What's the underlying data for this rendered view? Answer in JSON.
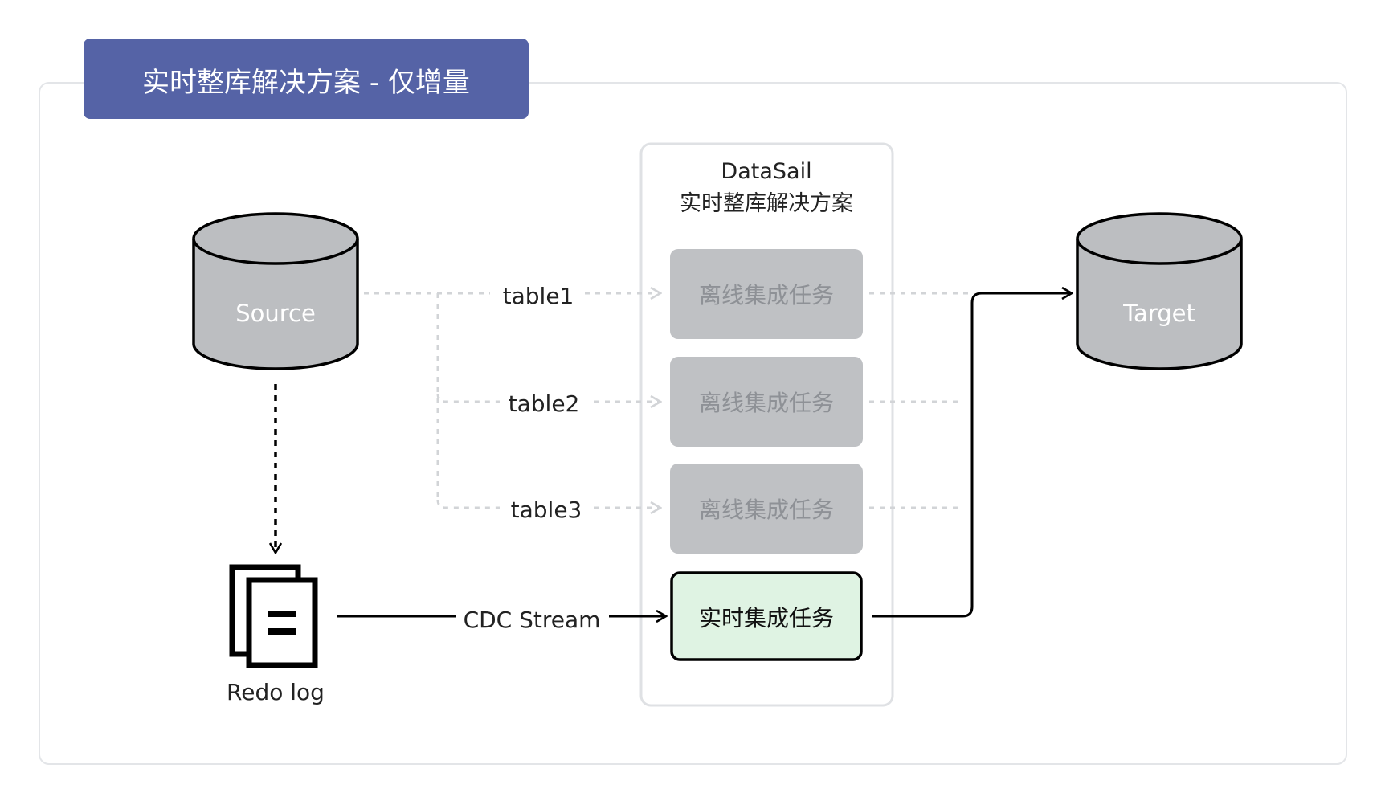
{
  "title": "实时整库解决方案 - 仅增量",
  "datasail": {
    "name": "DataSail",
    "subtitle": "实时整库解决方案"
  },
  "source": {
    "label": "Source"
  },
  "target": {
    "label": "Target"
  },
  "redo_log": {
    "label": "Redo log"
  },
  "tables": [
    {
      "label": "table1",
      "task": "离线集成任务"
    },
    {
      "label": "table2",
      "task": "离线集成任务"
    },
    {
      "label": "table3",
      "task": "离线集成任务"
    }
  ],
  "cdc": {
    "label": "CDC Stream",
    "task": "实时集成任务"
  },
  "colors": {
    "title_bg": "#5563a6",
    "title_text": "#ffffff",
    "cylinder_fill": "#bcbec1",
    "offline_task_fill": "#bfc1c4",
    "offline_task_text": "#8e9196",
    "realtime_task_fill": "#dff3e3",
    "dashed_line": "#d2d4d7",
    "solid_line": "#000000",
    "panel_border": "#dfe1e4"
  }
}
